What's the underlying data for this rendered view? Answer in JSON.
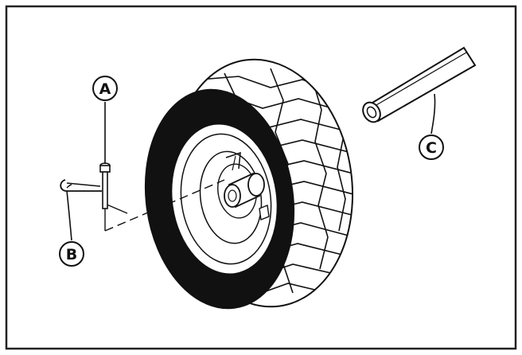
{
  "figure": {
    "callouts": {
      "a": "A",
      "b": "B",
      "c": "C"
    }
  },
  "colors": {
    "line": "#111111",
    "frame": "#222222",
    "tire": "#111111",
    "background": "#ffffff"
  }
}
